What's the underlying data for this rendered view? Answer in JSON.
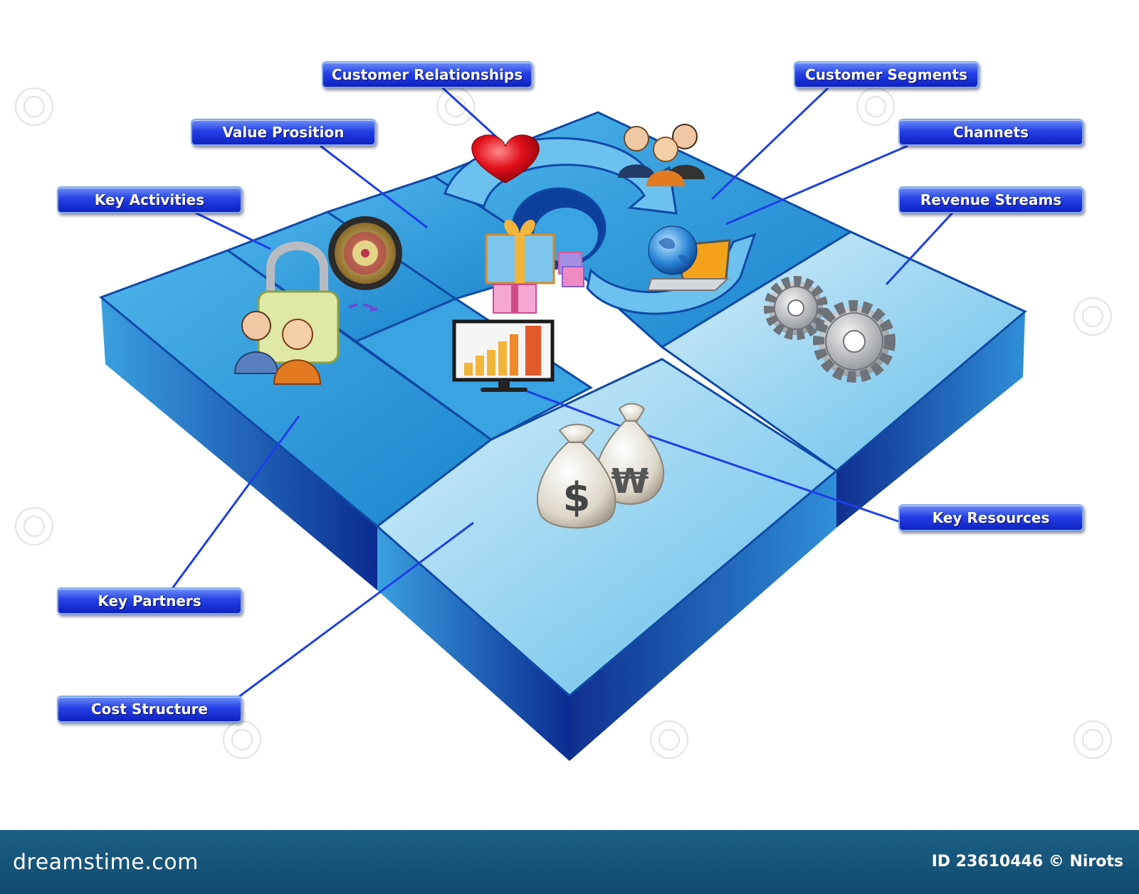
{
  "labels": {
    "customer_relationships": "Customer Relationships",
    "customer_segments": "Customer Segments",
    "value_prosition": "Value Prosition",
    "channets": "Channets",
    "key_activities": "Key Activities",
    "revenue_streams": "Revenue Streams",
    "key_resources": "Key Resources",
    "key_partners": "Key Partners",
    "cost_structure": "Cost Structure"
  },
  "icons": {
    "heart": "heart-icon",
    "people": "people-icon",
    "gifts": "gift-boxes-icon",
    "globe_laptop": "globe-laptop-icon",
    "dartboard": "dartboard-icon",
    "lock_people": "padlock-people-icon",
    "chart_monitor": "bar-chart-monitor-icon",
    "gears": "gears-icon",
    "money_bags": "money-bags-icon"
  },
  "money_symbols": {
    "dollar": "$",
    "won": "₩"
  },
  "footer": {
    "brand": "dreamstime.com",
    "photo_id": "ID 23610446 © Nirots"
  },
  "colors": {
    "label_blue": "#1f3be0",
    "platform_blue": "#1e88d0",
    "footer": "#17547a"
  }
}
